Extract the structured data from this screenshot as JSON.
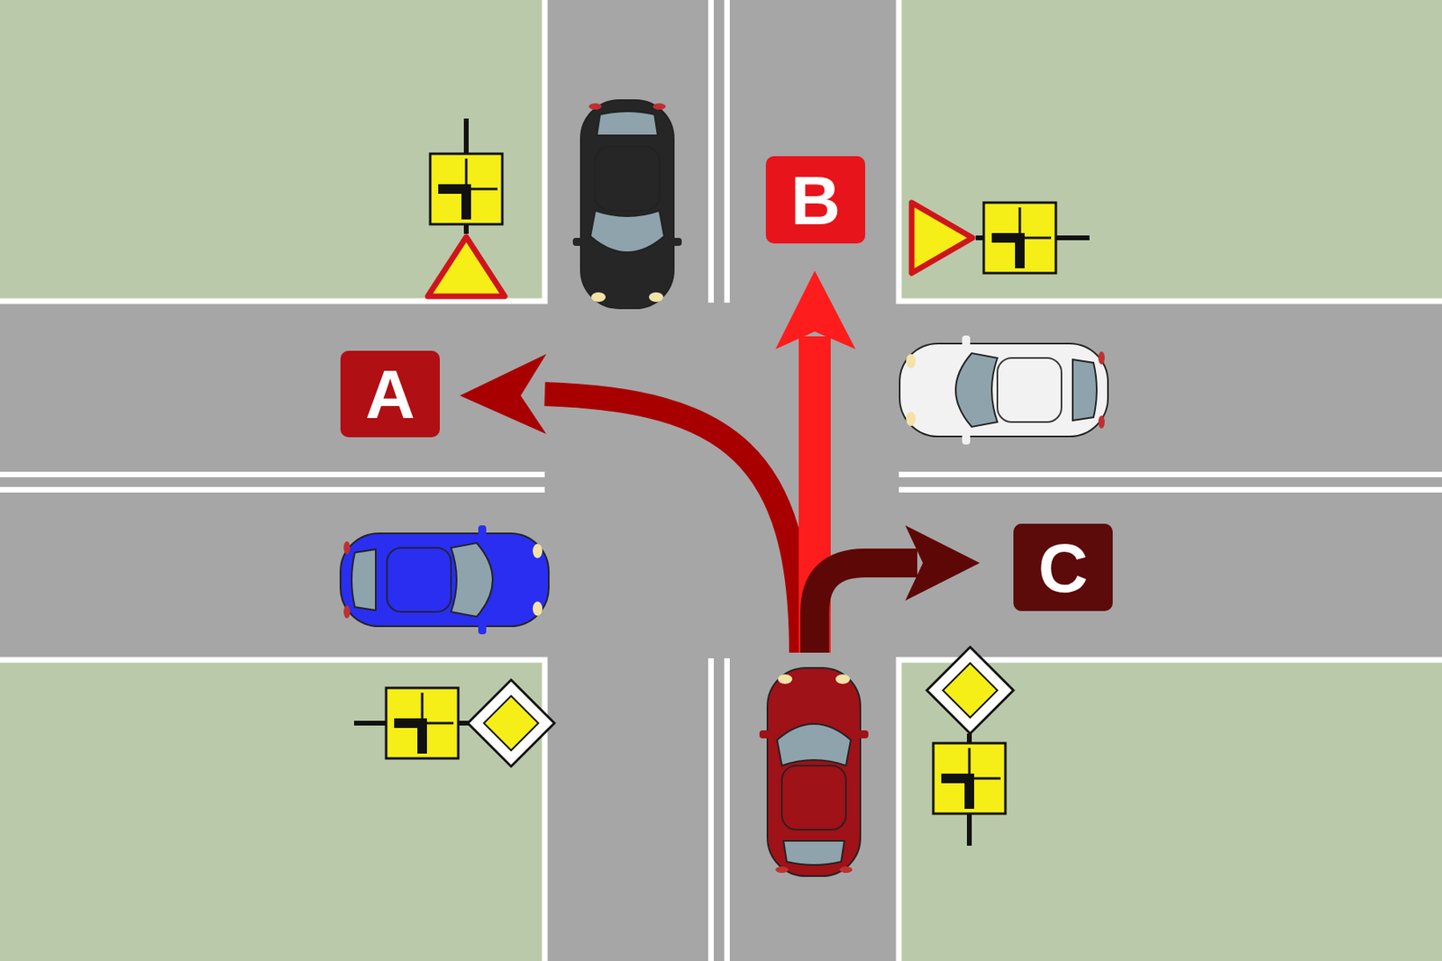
{
  "diagram": {
    "nodes": [
      {
        "text": [
          "B"
        ]
      },
      {
        "text": [
          "A"
        ]
      },
      {
        "text": [
          "C"
        ]
      }
    ]
  }
}
